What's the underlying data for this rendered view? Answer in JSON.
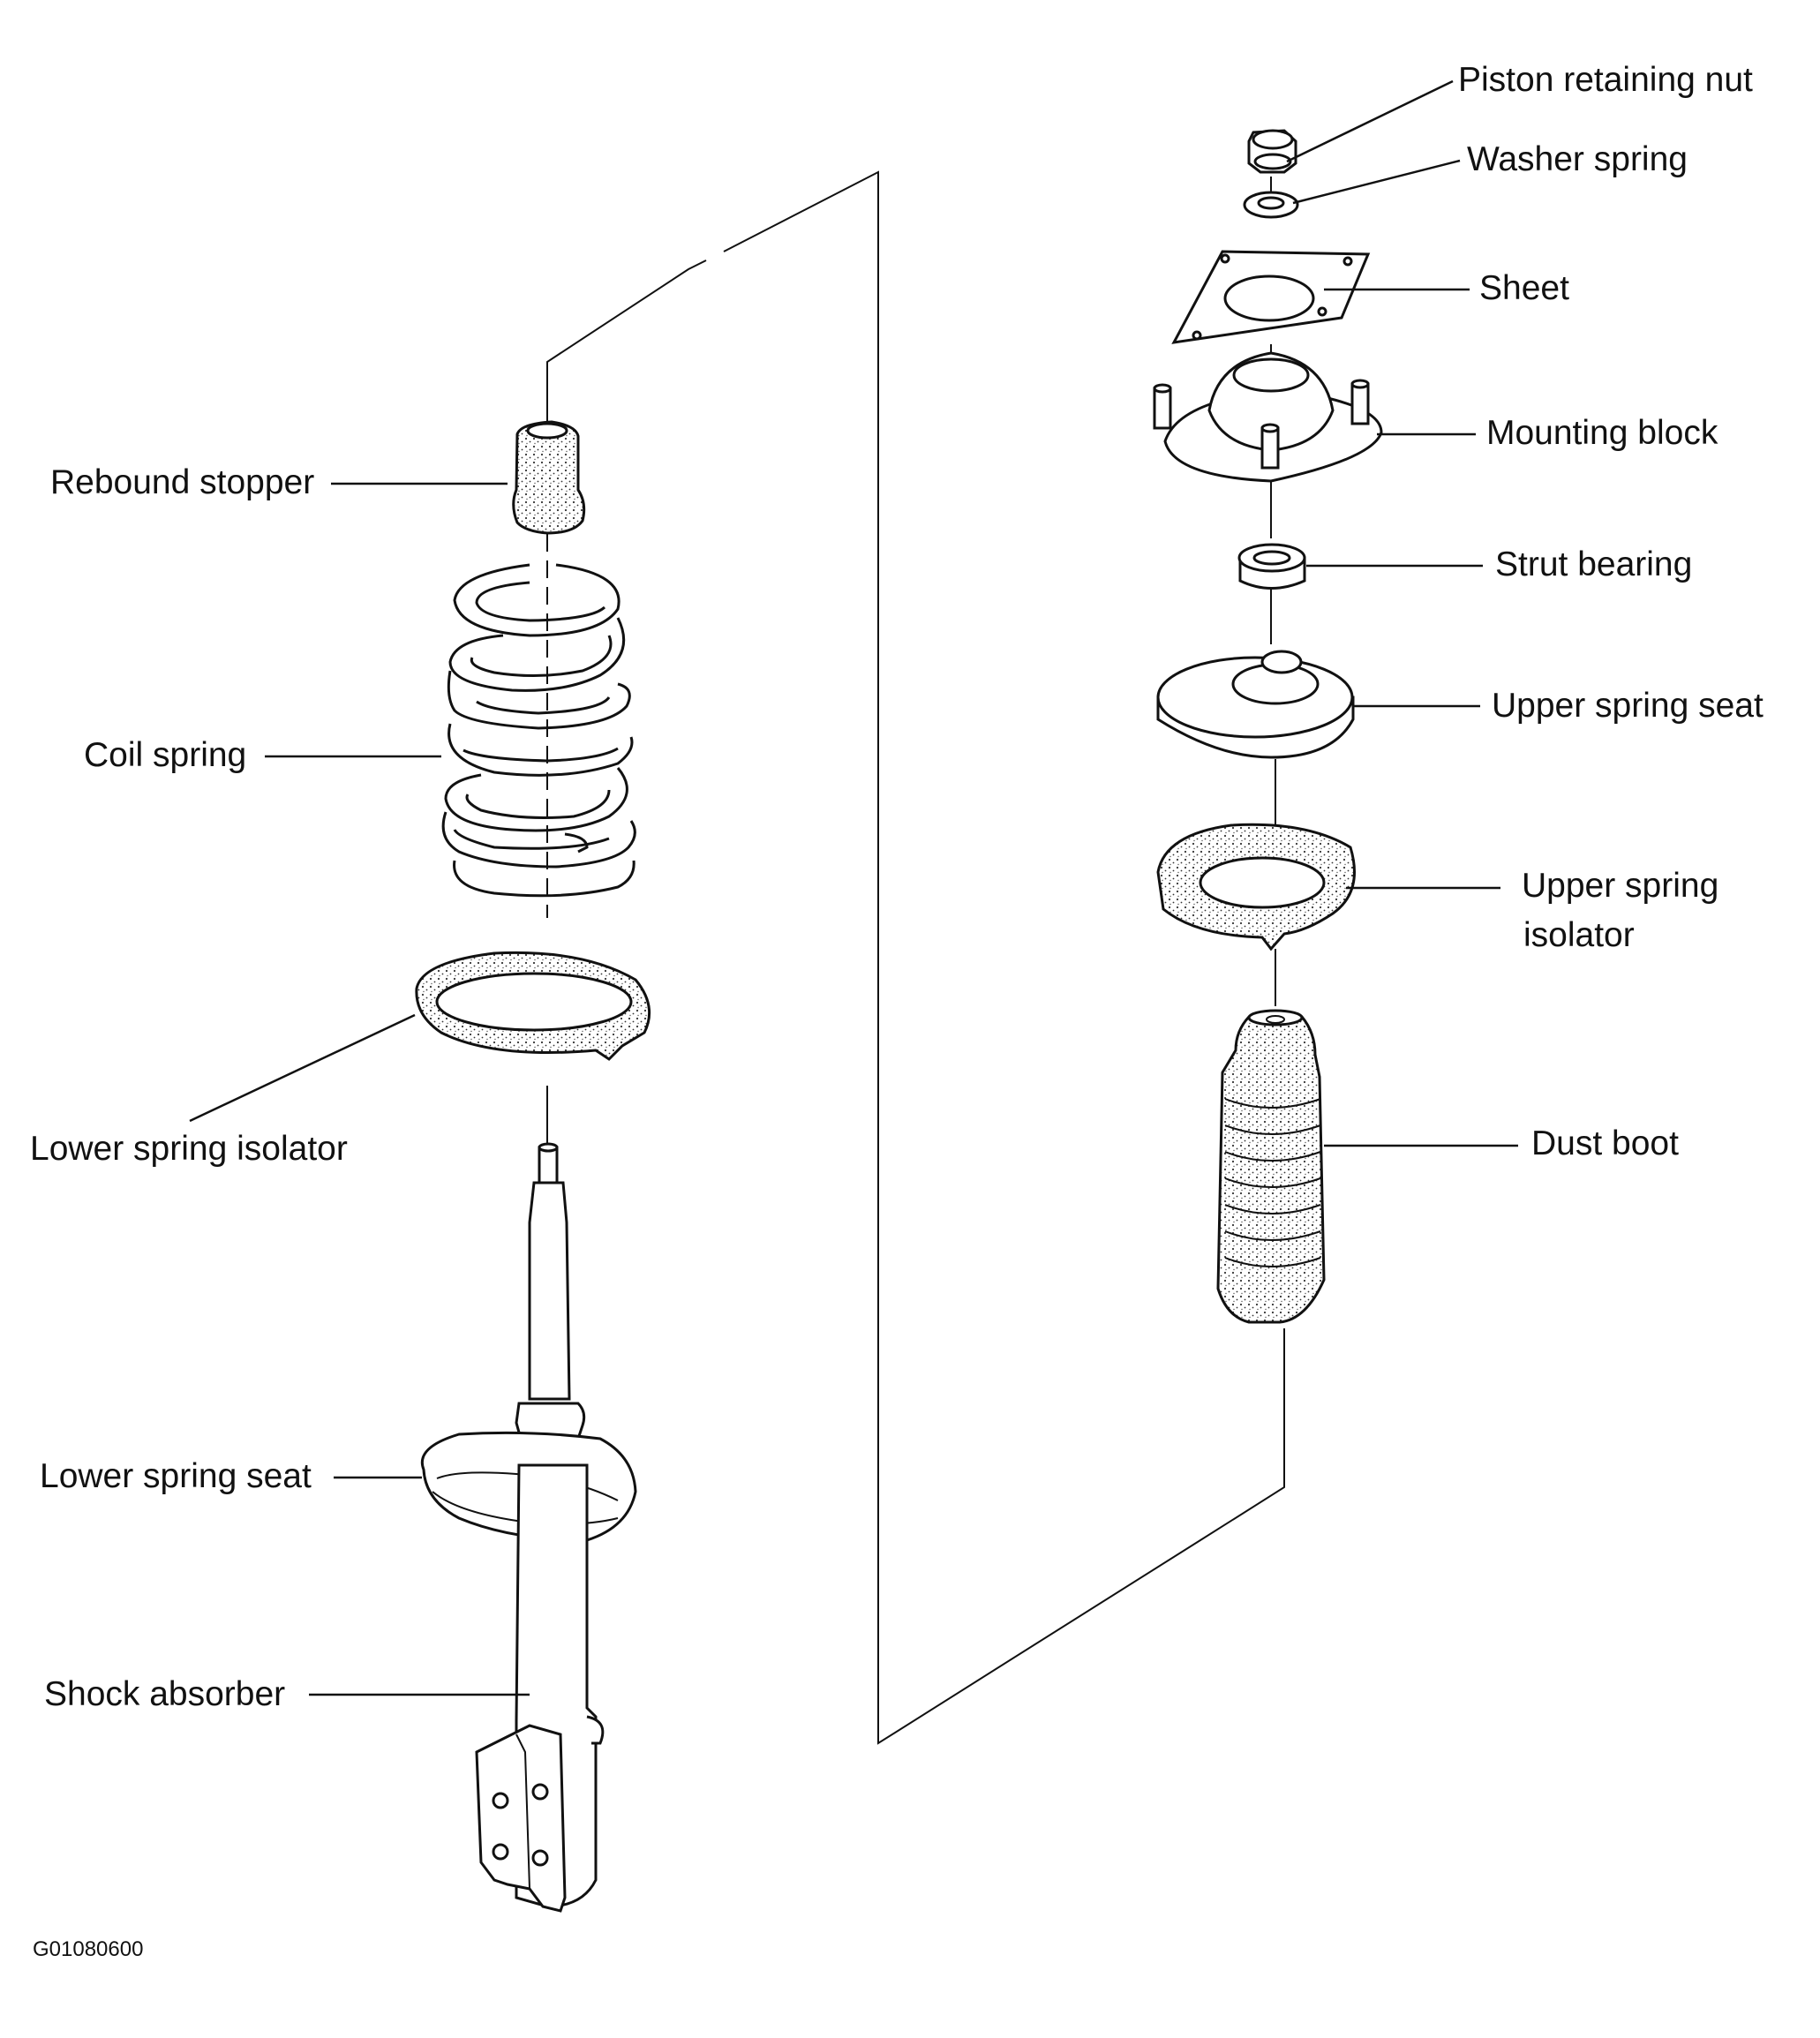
{
  "labels": {
    "piston_retaining_nut": "Piston retaining nut",
    "washer_spring": "Washer spring",
    "sheet": "Sheet",
    "mounting_block": "Mounting block",
    "strut_bearing": "Strut bearing",
    "upper_spring_seat": "Upper spring seat",
    "upper_spring_isolator_line1": "Upper spring",
    "upper_spring_isolator_line2": "isolator",
    "dust_boot": "Dust boot",
    "rebound_stopper": "Rebound stopper",
    "coil_spring": "Coil spring",
    "lower_spring_isolator": "Lower spring isolator",
    "lower_spring_seat": "Lower spring seat",
    "shock_absorber": "Shock absorber"
  },
  "figure_code": "G01080600"
}
